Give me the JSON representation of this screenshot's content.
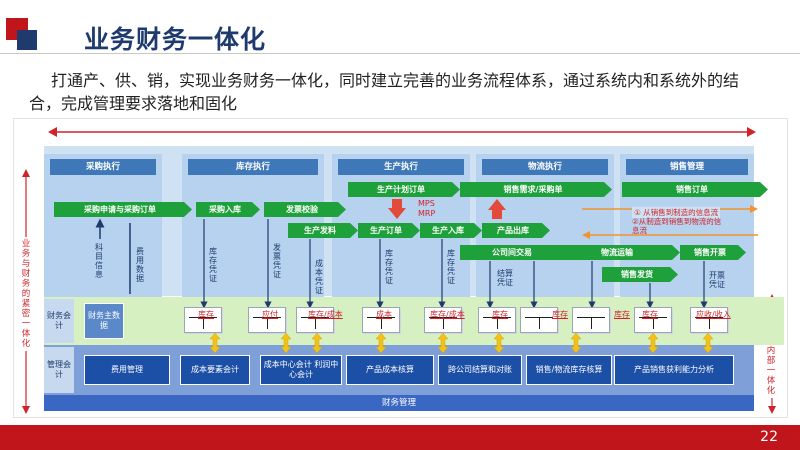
{
  "header": {
    "title": "业务财务一体化",
    "intro": "打通产、供、销，实现业务财务一体化，同时建立完善的业务流程体系，通过系统内和系统外的结合，完成管理要求落地和固化"
  },
  "diagram": {
    "columns": [
      {
        "label": "采购执行"
      },
      {
        "label": "库存执行"
      },
      {
        "label": "生产执行"
      },
      {
        "label": "物流执行"
      },
      {
        "label": "销售管理"
      }
    ],
    "flows": {
      "purchase_request": "采购申请与采购订单",
      "purchase_inbound": "采购入库",
      "invoice_check": "发票校验",
      "production_plan": "生产计划订单",
      "sales_demand": "销售需求/采购单",
      "sales_order": "销售订单",
      "production_issue": "生产发料",
      "production_order": "生产订单",
      "production_inbound": "生产入库",
      "product_outbound": "产品出库",
      "intercompany": "公司间交易",
      "logistics": "物流运输",
      "sales_shipping": "销售发货",
      "sales_invoice": "销售开票"
    },
    "mps": "MPS",
    "mrp": "MRP",
    "info_flow_1": "① 从销售到制造的信息流",
    "info_flow_2": "②从制造到销售到物流的信息流",
    "vertical_notes": {
      "subject_info": "科目信息",
      "expense_data": "费用数据",
      "stock_voucher_1": "库存凭证",
      "invoice_voucher": "发票凭证",
      "cost_voucher": "成本凭证",
      "stock_voucher_2": "库存凭证",
      "stock_voucher_3": "库存凭证",
      "settle_voucher": "结算凭证",
      "invoice_voucher_2": "开票凭证"
    },
    "row_labels": {
      "finance_accounting": "财务会计",
      "management_accounting": "管理会计"
    },
    "finance_master": "财务主数据",
    "ledgers": [
      "库存",
      "应付",
      "库存/成本",
      "成本",
      "库存/成本",
      "库存",
      "",
      "库存",
      "库存",
      "库存",
      "应收/收入"
    ],
    "mgmt_boxes": [
      "费用管理",
      "成本要素会计",
      "成本中心会计 利润中心会计",
      "产品成本核算",
      "跨公司结算和对账",
      "销售/物流库存核算",
      "产品销售获利能力分析"
    ],
    "finance_management": "财务管理",
    "left_side_label": "业务与财务的紧密一体化",
    "right_side_label": "财务内部一体化"
  },
  "footer": {
    "page": "22"
  },
  "colors": {
    "accent_red": "#c0151b",
    "navy": "#1f3b6e",
    "arrow_green": "#1ea03a",
    "box_blue": "#1c4fa6",
    "header_blue": "#3f78b8"
  }
}
